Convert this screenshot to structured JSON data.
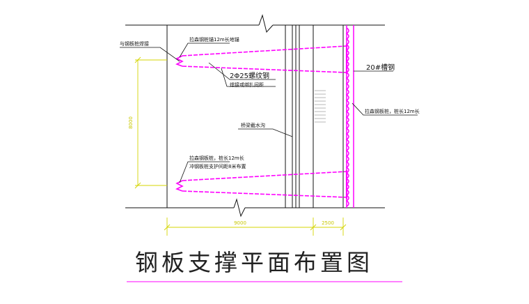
{
  "colors": {
    "structure": "#111111",
    "steel": "#ff00ff",
    "dimension": "#d4d400",
    "leader": "#111111"
  },
  "labels": {
    "weld_left": "与钢板桩焊接",
    "anchor_top": "拉森钢桩锚12m长地锚",
    "rebar": "2Φ25螺纹钢",
    "weld_spacing": "焊接或绑扎间距",
    "channel": "20#槽钢",
    "sheet_pile_right": "拉森钢板桩，桩长12m长",
    "section_line": "桥梁截水沟",
    "anchor_bottom_1": "拉森钢板桩，桩长12m长",
    "anchor_bottom_2": "冲钢板桩支护间距8米布置"
  },
  "dimensions": {
    "vertical": "8000",
    "horizontal_main": "9000",
    "horizontal_side": "2500"
  },
  "title": "钢板支撑平面布置图"
}
